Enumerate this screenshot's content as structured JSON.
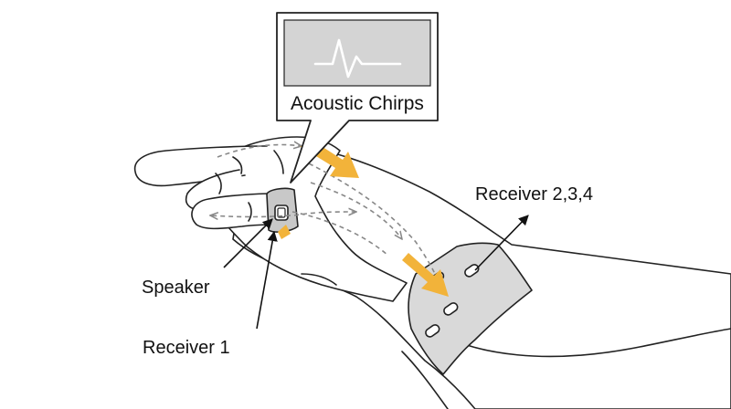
{
  "callout": {
    "title": "Acoustic Chirps",
    "icon": "waveform-icon"
  },
  "labels": {
    "speaker": "Speaker",
    "receiver_1": "Receiver 1",
    "receiver_2_3_4": "Receiver 2,3,4"
  },
  "colors": {
    "chirp_arrow": "#f2b33a",
    "band": "#d9d9d9",
    "ring": "#c8c8c8",
    "outline": "#222222",
    "signal_path": "#888888",
    "callout_screen": "#d4d4d4"
  }
}
